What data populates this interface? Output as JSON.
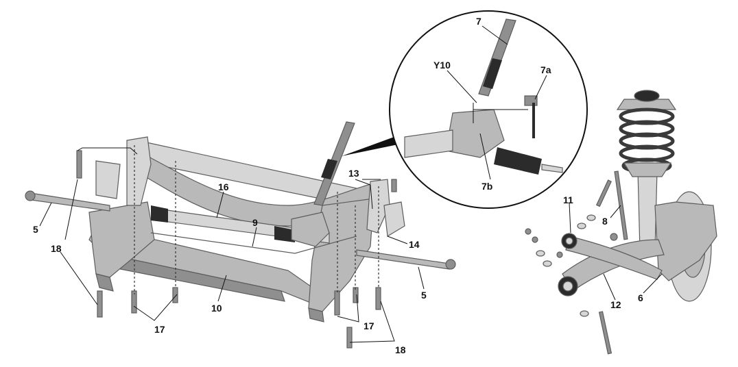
{
  "labels": {
    "l5a": "5",
    "l5b": "5",
    "l6": "6",
    "l7": "7",
    "l7a": "7a",
    "l7b": "7b",
    "l8": "8",
    "l9": "9",
    "l10": "10",
    "l11": "11",
    "l12": "12",
    "l13": "13",
    "l14": "14",
    "l16": "16",
    "l17a": "17",
    "l17b": "17",
    "l18a": "18",
    "l18b": "18",
    "lY10": "Y10"
  },
  "colors": {
    "steel": "#b9b9b9",
    "dark": "#2b2b2b",
    "line": "#111111"
  },
  "icons": {
    "detail_view": "magnified-detail-circle"
  }
}
